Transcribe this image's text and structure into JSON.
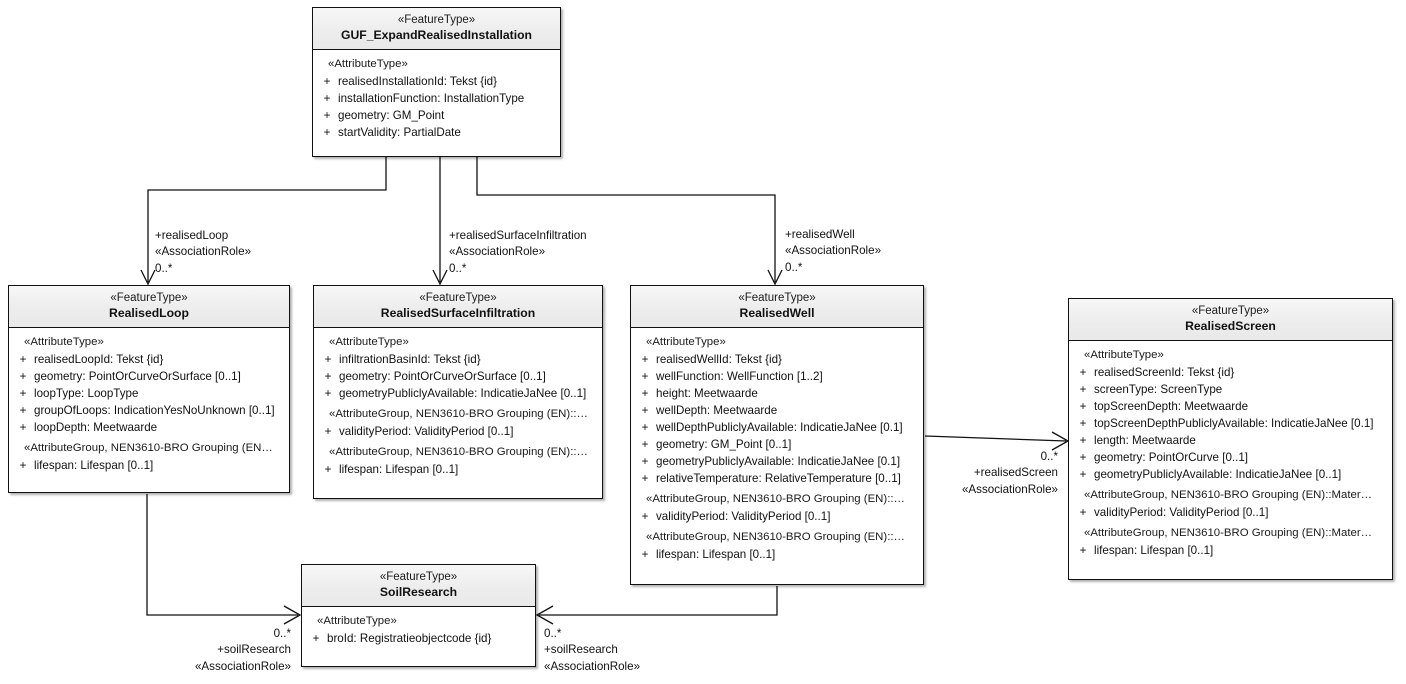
{
  "diagram": {
    "type": "uml-class-diagram",
    "title": "GUF_ExpandRealisedInstallation"
  },
  "classes": [
    {
      "id": "guf",
      "stereotype": "«FeatureType»",
      "name": "GUF_ExpandRealisedInstallation",
      "sections": [
        {
          "group": "«AttributeType»",
          "attributes": [
            {
              "vis": "+",
              "sig": "realisedInstallationId: Tekst {id}"
            },
            {
              "vis": "+",
              "sig": "installationFunction: InstallationType"
            },
            {
              "vis": "+",
              "sig": "geometry: GM_Point"
            },
            {
              "vis": "+",
              "sig": "startValidity: PartialDate"
            }
          ]
        }
      ]
    },
    {
      "id": "realisedLoop",
      "stereotype": "«FeatureType»",
      "name": "RealisedLoop",
      "sections": [
        {
          "group": "«AttributeType»",
          "attributes": [
            {
              "vis": "+",
              "sig": "realisedLoopId: Tekst {id}"
            },
            {
              "vis": "+",
              "sig": "geometry: PointOrCurveOrSurface [0..1]"
            },
            {
              "vis": "+",
              "sig": "loopType: LoopType"
            },
            {
              "vis": "+",
              "sig": "groupOfLoops: IndicationYesNoUnknown [0..1]"
            },
            {
              "vis": "+",
              "sig": "loopDepth: Meetwaarde"
            }
          ]
        },
        {
          "group": "«AttributeGroup, NEN3610-BRO Grouping (EN…",
          "attributes": [
            {
              "vis": "+",
              "sig": "lifespan: Lifespan [0..1]"
            }
          ]
        }
      ]
    },
    {
      "id": "realisedSurfaceInfiltration",
      "stereotype": "«FeatureType»",
      "name": "RealisedSurfaceInfiltration",
      "sections": [
        {
          "group": "«AttributeType»",
          "attributes": [
            {
              "vis": "+",
              "sig": "infiltrationBasinId: Tekst {id}"
            },
            {
              "vis": "+",
              "sig": "geometry: PointOrCurveOrSurface [0..1]"
            },
            {
              "vis": "+",
              "sig": "geometryPubliclyAvailable: IndicatieJaNee [0..1]"
            }
          ]
        },
        {
          "group": "«AttributeGroup, NEN3610-BRO Grouping (EN)::…",
          "attributes": [
            {
              "vis": "+",
              "sig": "validityPeriod: ValidityPeriod [0..1]"
            }
          ]
        },
        {
          "group": "«AttributeGroup, NEN3610-BRO Grouping (EN)::…",
          "attributes": [
            {
              "vis": "+",
              "sig": "lifespan: Lifespan [0..1]"
            }
          ]
        }
      ]
    },
    {
      "id": "realisedWell",
      "stereotype": "«FeatureType»",
      "name": "RealisedWell",
      "sections": [
        {
          "group": "«AttributeType»",
          "attributes": [
            {
              "vis": "+",
              "sig": "realisedWellId: Tekst {id}"
            },
            {
              "vis": "+",
              "sig": "wellFunction: WellFunction [1..2]"
            },
            {
              "vis": "+",
              "sig": "height: Meetwaarde"
            },
            {
              "vis": "+",
              "sig": "wellDepth: Meetwaarde"
            },
            {
              "vis": "+",
              "sig": "wellDepthPubliclyAvailable: IndicatieJaNee [0.1]"
            },
            {
              "vis": "+",
              "sig": "geometry: GM_Point [0..1]"
            },
            {
              "vis": "+",
              "sig": "geometryPubliclyAvailable: IndicatieJaNee [0.1]"
            },
            {
              "vis": "+",
              "sig": "relativeTemperature: RelativeTemperature [0..1]"
            }
          ]
        },
        {
          "group": "«AttributeGroup, NEN3610-BRO Grouping (EN)::…",
          "attributes": [
            {
              "vis": "+",
              "sig": "validityPeriod: ValidityPeriod [0..1]"
            }
          ]
        },
        {
          "group": "«AttributeGroup, NEN3610-BRO Grouping (EN)::…",
          "attributes": [
            {
              "vis": "+",
              "sig": "lifespan: Lifespan [0..1]"
            }
          ]
        }
      ]
    },
    {
      "id": "realisedScreen",
      "stereotype": "«FeatureType»",
      "name": "RealisedScreen",
      "sections": [
        {
          "group": "«AttributeType»",
          "attributes": [
            {
              "vis": "+",
              "sig": "realisedScreenId: Tekst {id}"
            },
            {
              "vis": "+",
              "sig": "screenType: ScreenType"
            },
            {
              "vis": "+",
              "sig": "topScreenDepth: Meetwaarde"
            },
            {
              "vis": "+",
              "sig": "topScreenDepthPubliclyAvailable: IndicatieJaNee [0.1]"
            },
            {
              "vis": "+",
              "sig": "length: Meetwaarde"
            },
            {
              "vis": "+",
              "sig": "geometry: PointOrCurve [0..1]"
            },
            {
              "vis": "+",
              "sig": "geometryPubliclyAvailable: IndicatieJaNee [0..1]"
            }
          ]
        },
        {
          "group": "«AttributeGroup, NEN3610-BRO Grouping (EN)::Mater…",
          "attributes": [
            {
              "vis": "+",
              "sig": "validityPeriod: ValidityPeriod [0..1]"
            }
          ]
        },
        {
          "group": "«AttributeGroup, NEN3610-BRO Grouping (EN)::Mater…",
          "attributes": [
            {
              "vis": "+",
              "sig": "lifespan: Lifespan [0..1]"
            }
          ]
        }
      ]
    },
    {
      "id": "soilResearch",
      "stereotype": "«FeatureType»",
      "name": "SoilResearch",
      "sections": [
        {
          "group": "«AttributeType»",
          "attributes": [
            {
              "vis": "+",
              "sig": "broId: Registratieobjectcode {id}"
            }
          ]
        }
      ]
    }
  ],
  "associations": [
    {
      "id": "assoc-realised-loop",
      "role": "+realisedLoop",
      "stereotype": "«AssociationRole»",
      "multiplicity": "0..*"
    },
    {
      "id": "assoc-realised-surface-infiltration",
      "role": "+realisedSurfaceInfiltration",
      "stereotype": "«AssociationRole»",
      "multiplicity": "0..*"
    },
    {
      "id": "assoc-realised-well",
      "role": "+realisedWell",
      "stereotype": "«AssociationRole»",
      "multiplicity": "0..*"
    },
    {
      "id": "assoc-realised-screen",
      "role": "+realisedScreen",
      "stereotype": "«AssociationRole»",
      "multiplicity": "0..*"
    },
    {
      "id": "assoc-soil-research-loop",
      "role": "+soilResearch",
      "stereotype": "«AssociationRole»",
      "multiplicity": "0..*"
    },
    {
      "id": "assoc-soil-research-well",
      "role": "+soilResearch",
      "stereotype": "«AssociationRole»",
      "multiplicity": "0..*"
    }
  ],
  "colors": {
    "line": "#111111",
    "header_fill": "#ededed",
    "body_fill": "#ffffff",
    "background": "#ffffff"
  }
}
